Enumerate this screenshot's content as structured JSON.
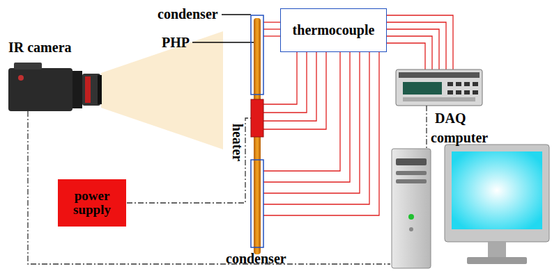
{
  "diagram": {
    "nodes": [
      {
        "text": [
          "thermocouple"
        ]
      },
      {
        "text": [
          "power supply"
        ]
      }
    ],
    "labels": [
      "condenser",
      "PHP",
      "IR camera",
      "heater",
      "DAQ",
      "computer",
      "condenser"
    ]
  }
}
